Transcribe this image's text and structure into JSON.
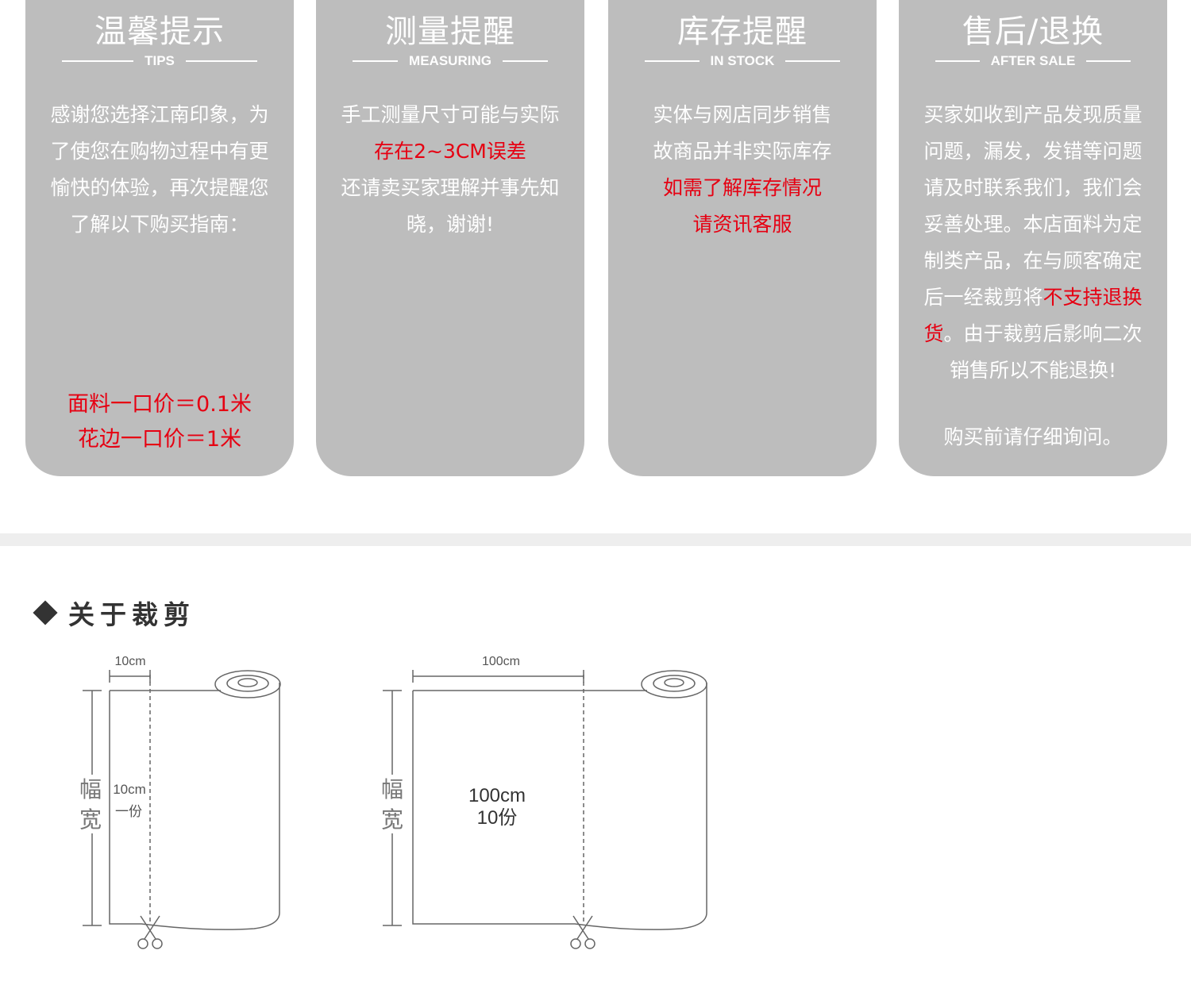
{
  "cards": [
    {
      "title": "温馨提示",
      "subtitle": "TIPS",
      "body": [
        "感谢您选择江南印象，为",
        "了使您在购物过程中有更",
        "愉快的体验，再次提醒您",
        "了解以下购买指南："
      ],
      "footer": [
        "面料一口价＝0.1米",
        "花边一口价＝1米"
      ]
    },
    {
      "title": "测量提醒",
      "subtitle": "MEASURING",
      "body1": "手工测量尺寸可能与实际",
      "body_red": "存在2~3CM误差",
      "body2": "还请卖买家理解并事先知",
      "body3": "晓，谢谢!"
    },
    {
      "title": "库存提醒",
      "subtitle": "IN STOCK",
      "body1": "实体与网店同步销售",
      "body2": "故商品并非实际库存",
      "red1": "如需了解库存情况",
      "red2": "请资讯客服"
    },
    {
      "title": "售后/退换",
      "subtitle": "AFTER SALE",
      "lines": [
        "买家如收到产品发现质量",
        "问题，漏发，发错等问题",
        "请及时联系我们，我们会",
        "妥善处理。本店面料为定",
        "制类产品，在与顾客确定"
      ],
      "line6_pre": "后一经裁剪将",
      "line6_red": "不支持退换",
      "line7_red": "货",
      "line7_post": "。由于裁剪后影响二次",
      "line8": "销售所以不能退换!",
      "note": "购买前请仔细询问。"
    }
  ],
  "section": {
    "title": "关于裁剪"
  },
  "diagram": {
    "left": {
      "top_dim": "10cm",
      "width_label": [
        "幅",
        "宽"
      ],
      "inner": [
        "10cm",
        "一份"
      ]
    },
    "right": {
      "top_dim": "100cm",
      "width_label": [
        "幅",
        "宽"
      ],
      "inner": [
        "100cm",
        "10份"
      ]
    }
  }
}
